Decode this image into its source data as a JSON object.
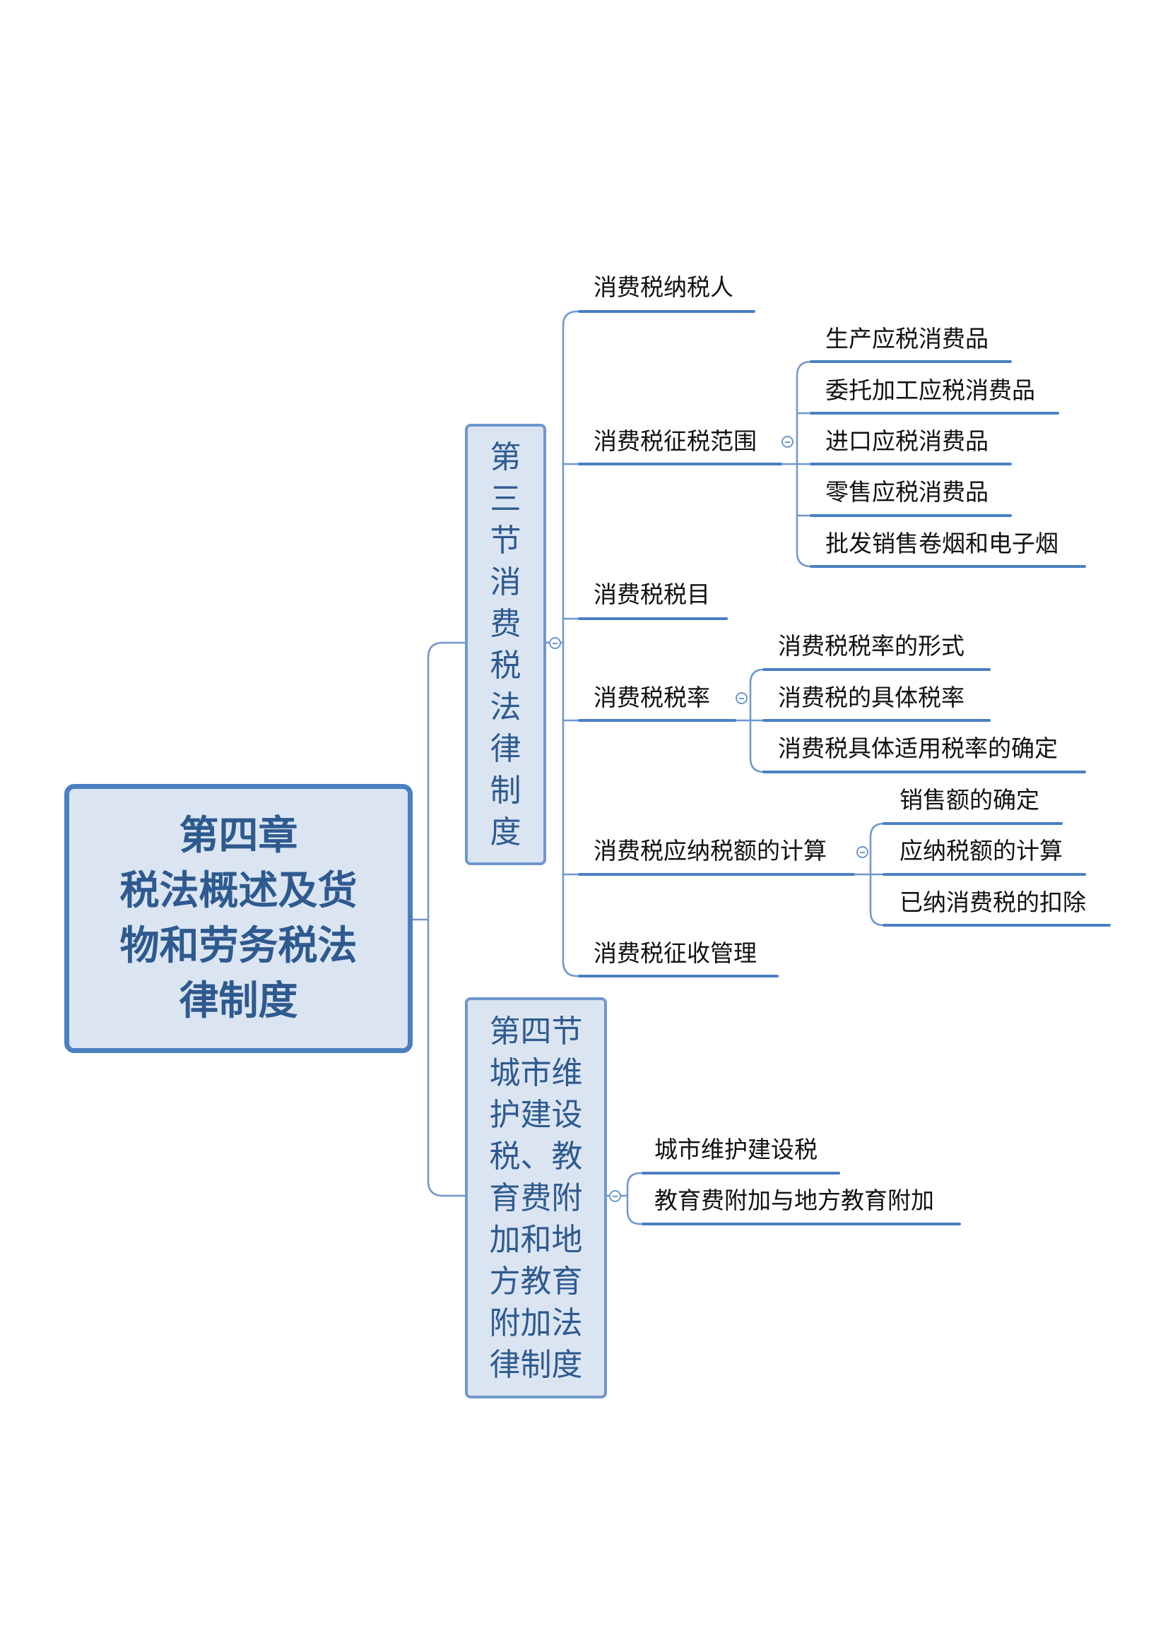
{
  "root": {
    "lines": [
      "第四章",
      "税法概述及货",
      "物和劳务税法",
      "律制度"
    ]
  },
  "section3": {
    "chars": [
      "第",
      "三",
      "节",
      "消",
      "费",
      "税",
      "法",
      "律",
      "制",
      "度"
    ],
    "items": {
      "a": "消费税纳税人",
      "b": {
        "label": "消费税征税范围",
        "children": [
          "生产应税消费品",
          "委托加工应税消费品",
          "进口应税消费品",
          "零售应税消费品",
          "批发销售卷烟和电子烟"
        ]
      },
      "c": "消费税税目",
      "d": {
        "label": "消费税税率",
        "children": [
          "消费税税率的形式",
          "消费税的具体税率",
          "消费税具体适用税率的确定"
        ]
      },
      "e": {
        "label": "消费税应纳税额的计算",
        "children": [
          "销售额的确定",
          "应纳税额的计算",
          "已纳消费税的扣除"
        ]
      },
      "f": "消费税征收管理"
    }
  },
  "section4": {
    "lines": [
      "第四节",
      "城市维",
      "护建设",
      "税、教",
      "育费附",
      "加和地",
      "方教育",
      "附加法",
      "律制度"
    ],
    "children": [
      "城市维护建设税",
      "教育费附加与地方教育附加"
    ]
  },
  "colors": {
    "line": "#6f97cc",
    "underline": "#4a7fc1",
    "fill": "#dbe5f2",
    "text": "#2e5a8f"
  }
}
